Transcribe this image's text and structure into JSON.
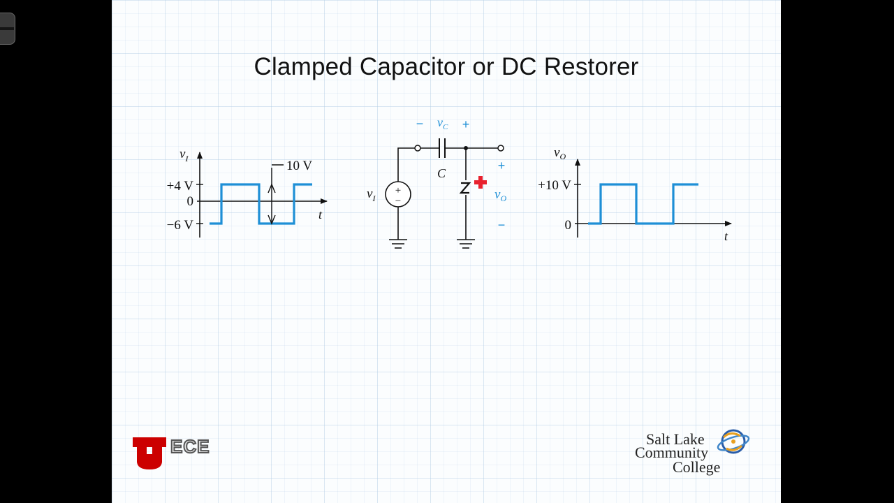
{
  "slide": {
    "title": "Clamped Capacitor or DC Restorer"
  },
  "input_waveform": {
    "axis_label_main": "v",
    "axis_label_sub": "I",
    "time_label": "t",
    "level_high_label": "+4 V",
    "level_zero_label": "0",
    "level_low_label": "−6 V",
    "swing_label": "10 V",
    "color": "#1e8fd6"
  },
  "circuit": {
    "capacitor_voltage_main": "v",
    "capacitor_voltage_sub": "C",
    "capacitor_minus": "−",
    "capacitor_plus": "+",
    "capacitor_label": "C",
    "source_label_main": "v",
    "source_label_sub": "I",
    "output_plus": "+",
    "output_minus": "−",
    "output_label_main": "v",
    "output_label_sub": "O",
    "source_plus_symbol": "+",
    "source_minus_symbol": "−",
    "annotation_color": "#1e8fd6",
    "marker_color": "#e8212e"
  },
  "output_waveform": {
    "axis_label_main": "v",
    "axis_label_sub": "O",
    "time_label": "t",
    "level_high_label": "+10 V",
    "level_zero_label": "0",
    "color": "#1e8fd6"
  },
  "logos": {
    "left_logo_text": "ECE",
    "right_logo_line1": "Salt Lake",
    "right_logo_line2": "Community",
    "right_logo_line3": "College",
    "utah_red": "#cc0000"
  }
}
